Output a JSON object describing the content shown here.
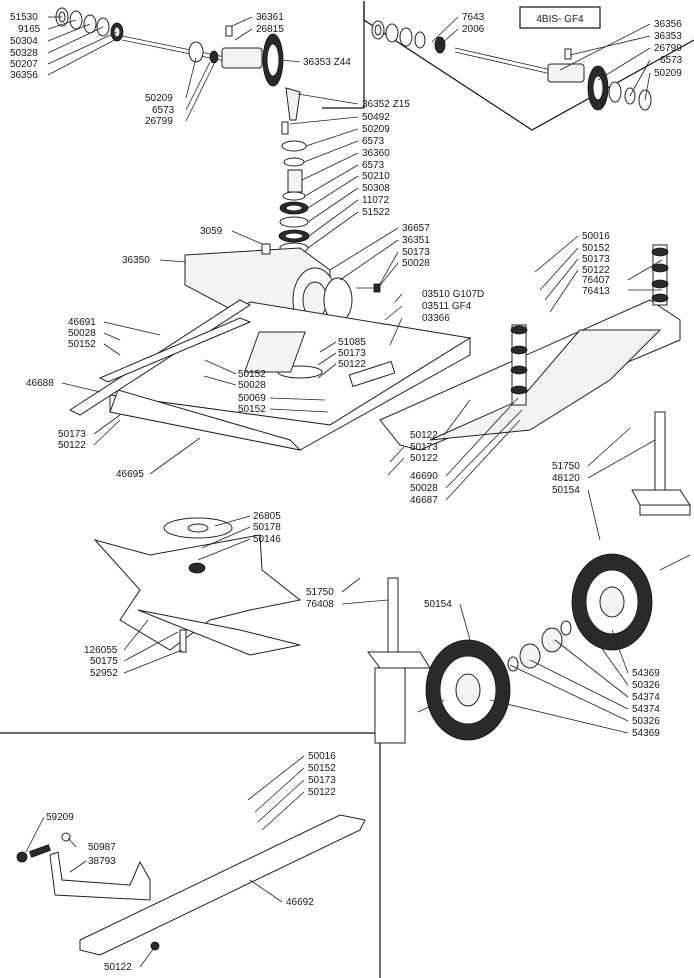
{
  "variant_box": "4BIS- GF4",
  "top_left_labels": [
    "51530",
    "9165",
    "50304",
    "50328",
    "50207",
    "36356"
  ],
  "top_left_labels_b": [
    "36361",
    "26815",
    "36353 Z44",
    "50209",
    "6573",
    "26799"
  ],
  "top_right_labels": [
    "7643",
    "2006",
    "36356",
    "36353",
    "26799",
    "6573",
    "50209"
  ],
  "gearbox_labels": [
    "36352 Z15",
    "50492",
    "50209",
    "6573",
    "36360",
    "6573",
    "50210",
    "50308",
    "11072",
    "51522",
    "36657",
    "36351",
    "50173",
    "50028",
    "3059",
    "36350"
  ],
  "deck_labels": [
    "46691",
    "50028",
    "50152",
    "46688",
    "50173",
    "50122",
    "46695",
    "50152",
    "50028",
    "50069",
    "50152",
    "51085",
    "50173",
    "50122"
  ],
  "decal_labels": [
    "03510 G107D",
    "03511 GF4",
    "03366"
  ],
  "roller_labels": [
    "50016",
    "50152",
    "50173",
    "50122",
    "76407",
    "76413",
    "50122",
    "50173",
    "50122",
    "46690",
    "50028",
    "46687"
  ],
  "wheel_labels": [
    "51750",
    "48120",
    "50154",
    "50154",
    "54369",
    "50326",
    "54374",
    "54374",
    "50326",
    "54369",
    "51750",
    "76408"
  ],
  "blade_labels": [
    "26805",
    "50178",
    "50146",
    "126055",
    "50175",
    "52952"
  ],
  "handle_labels": [
    "50016",
    "50152",
    "50173",
    "50122",
    "59209",
    "50987",
    "38793",
    "46692",
    "50122"
  ]
}
